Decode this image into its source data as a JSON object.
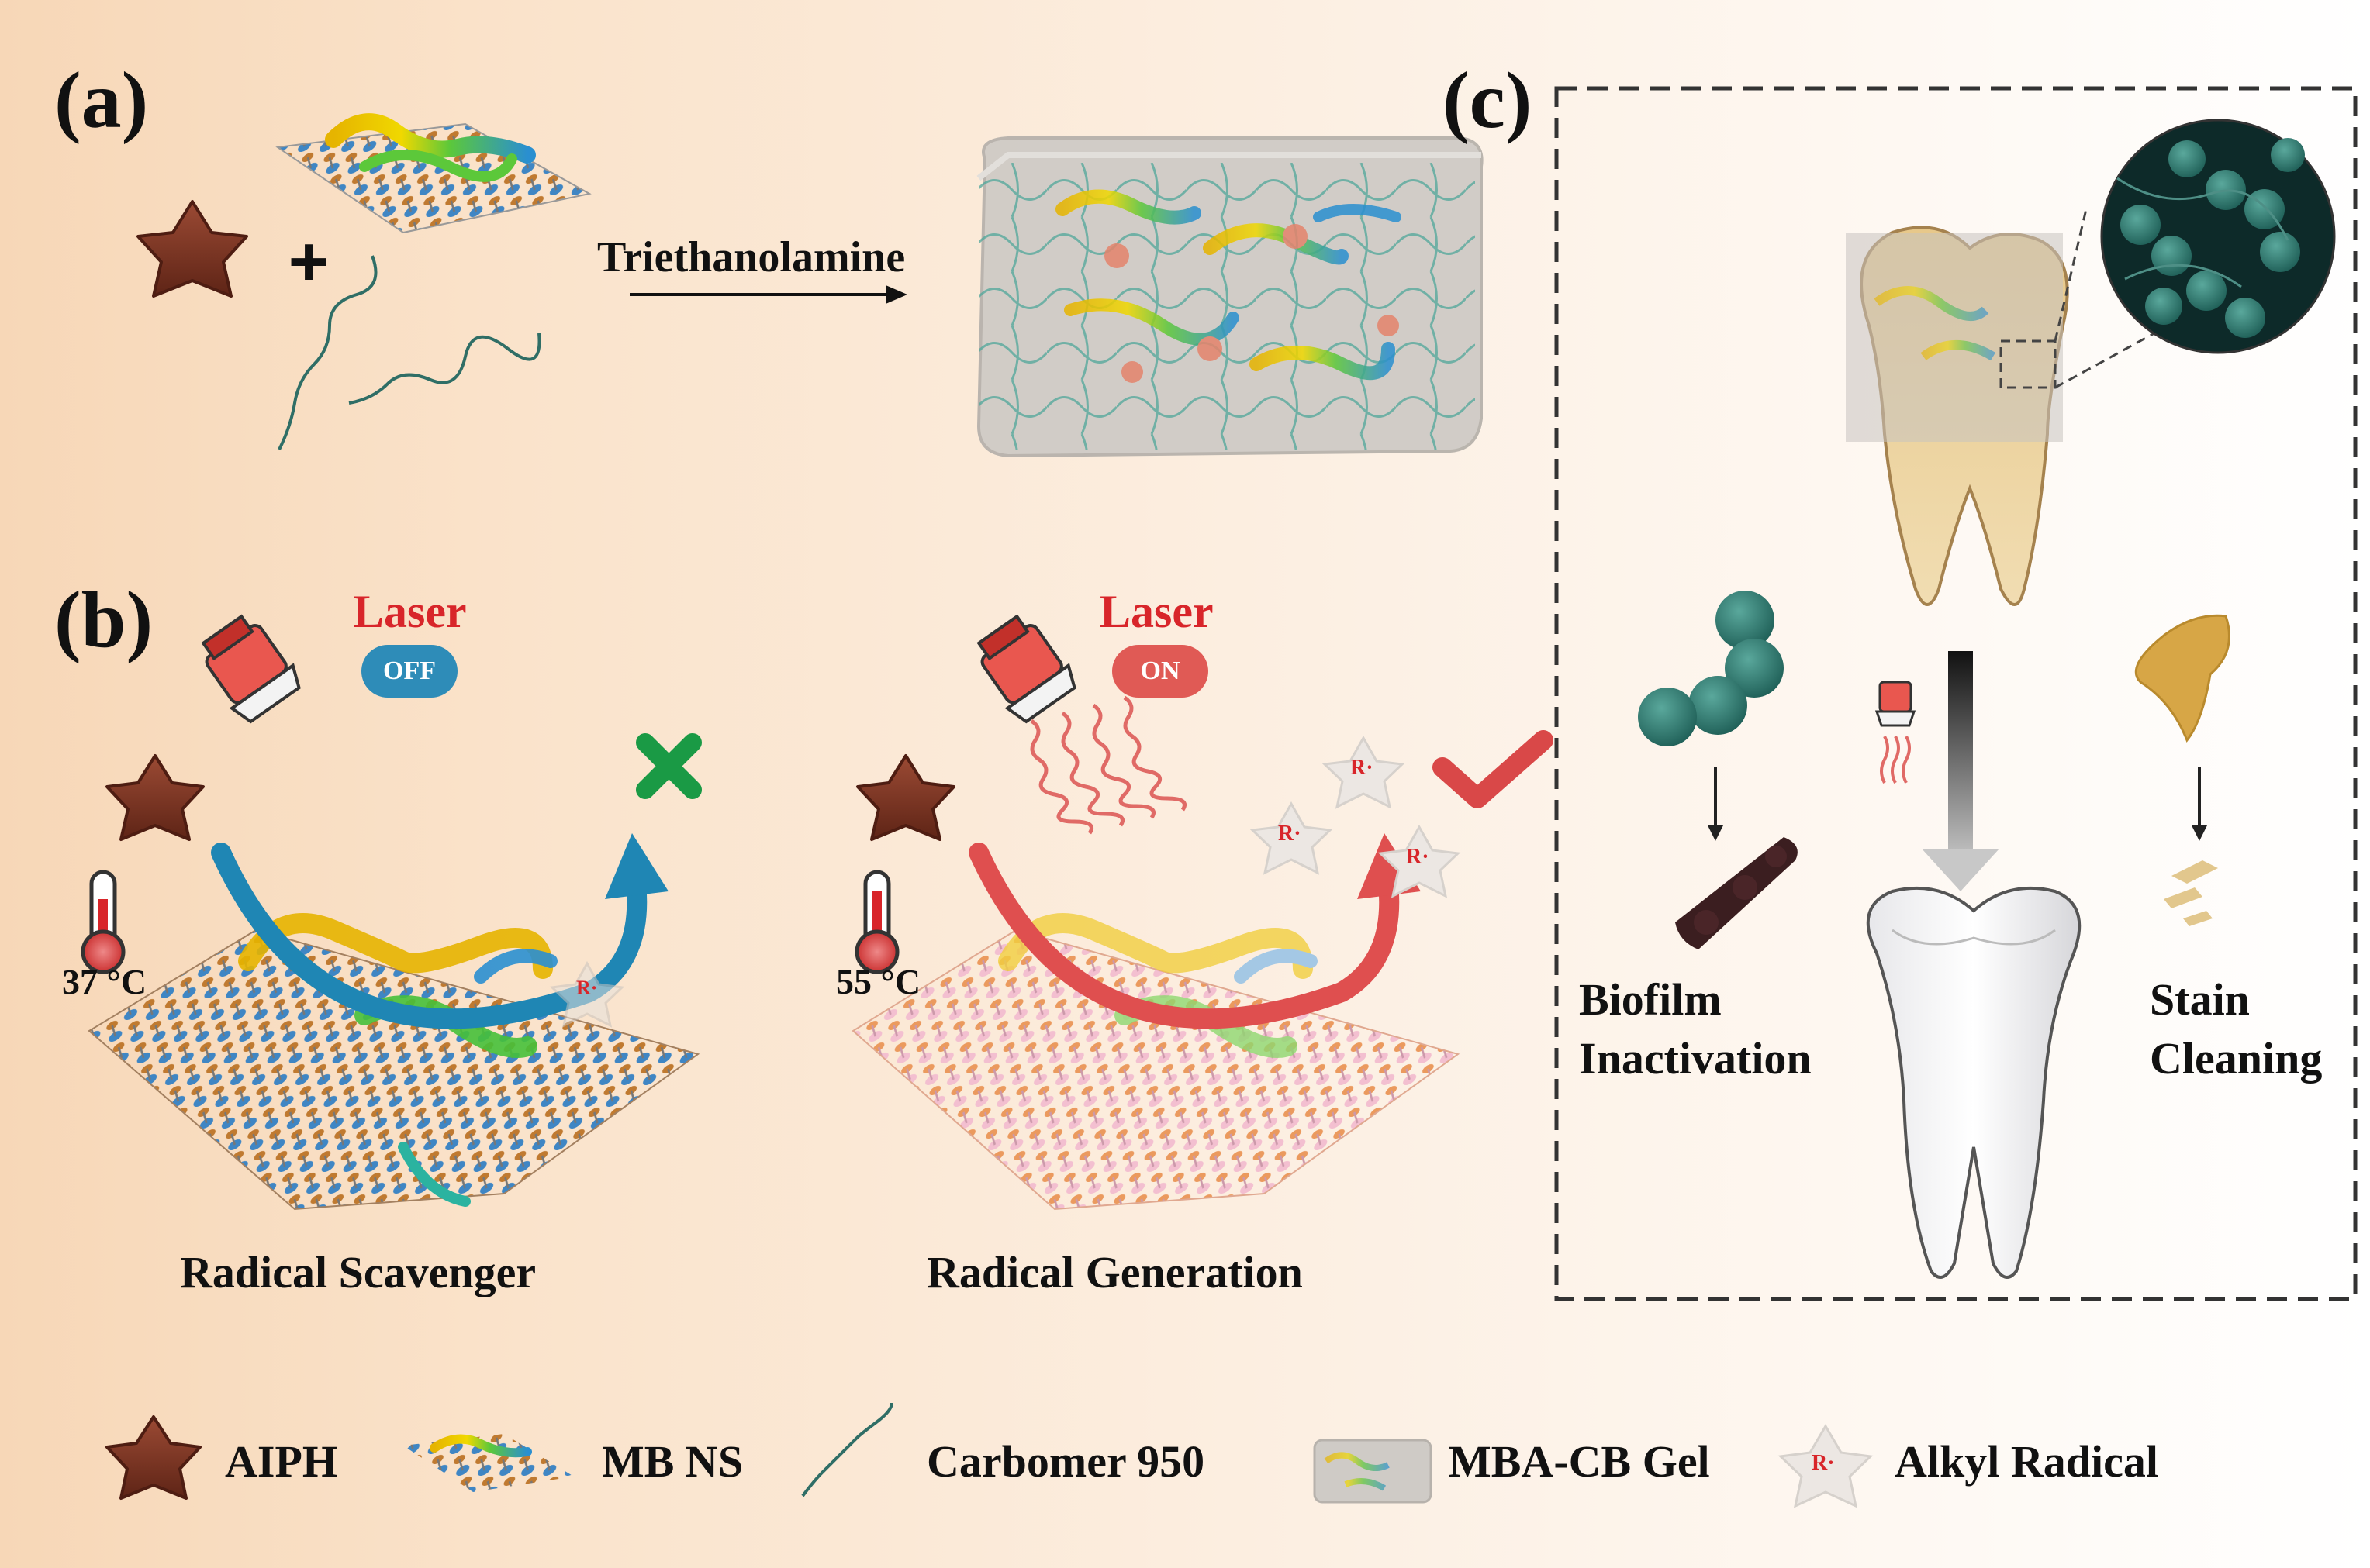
{
  "panels": {
    "a": {
      "letter": "(a)",
      "arrow_label": "Triethanolamine"
    },
    "b": {
      "letter": "(b)",
      "left": {
        "laser_label": "Laser",
        "state": "OFF",
        "temperature": "37 °C",
        "caption": "Radical Scavenger",
        "radical_symbol": "R·"
      },
      "right": {
        "laser_label": "Laser",
        "state": "ON",
        "temperature": "55 °C",
        "caption": "Radical Generation",
        "radical_symbol": "R·"
      }
    },
    "c": {
      "letter": "(c)",
      "left_label": [
        "Biofilm",
        "Inactivation"
      ],
      "right_label": [
        "Stain",
        "Cleaning"
      ]
    }
  },
  "legend": [
    {
      "icon": "aiph-star-icon",
      "label": "AIPH"
    },
    {
      "icon": "mb-ns-sheet-icon",
      "label": "MB NS"
    },
    {
      "icon": "carbomer-chain-icon",
      "label": "Carbomer 950"
    },
    {
      "icon": "gel-block-icon",
      "label": "MBA-CB Gel"
    },
    {
      "icon": "alkyl-radical-icon",
      "label": "Alkyl Radical",
      "symbol": "R·"
    }
  ],
  "colors": {
    "aiph": "#7a3322",
    "scavenger_arrow": "#1f86b4",
    "generation_arrow": "#df4f4f",
    "check": "#d94848",
    "cross": "#1a9a45",
    "laser_text": "#d8252a",
    "bacteria": "#2f7a70"
  }
}
